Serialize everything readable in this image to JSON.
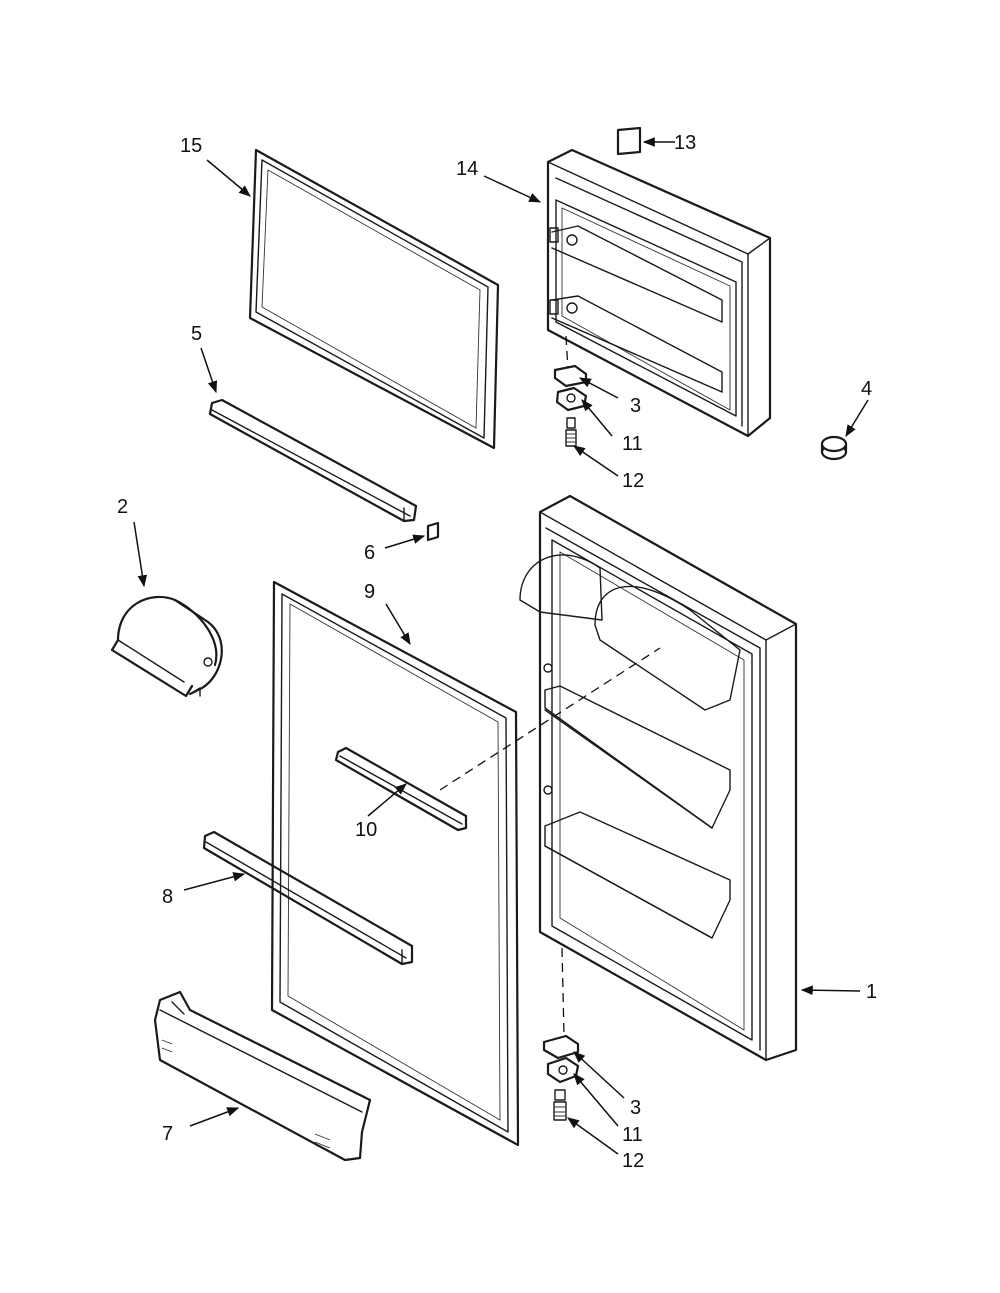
{
  "callouts": {
    "c1": "1",
    "c2": "2",
    "c3a": "3",
    "c3b": "3",
    "c4": "4",
    "c5": "5",
    "c6": "6",
    "c7": "7",
    "c8": "8",
    "c9": "9",
    "c10": "10",
    "c11a": "11",
    "c11b": "11",
    "c12a": "12",
    "c12b": "12",
    "c13": "13",
    "c14": "14",
    "c15": "15"
  },
  "colors": {
    "ink": "#1a1a1a",
    "background": "#ffffff"
  }
}
